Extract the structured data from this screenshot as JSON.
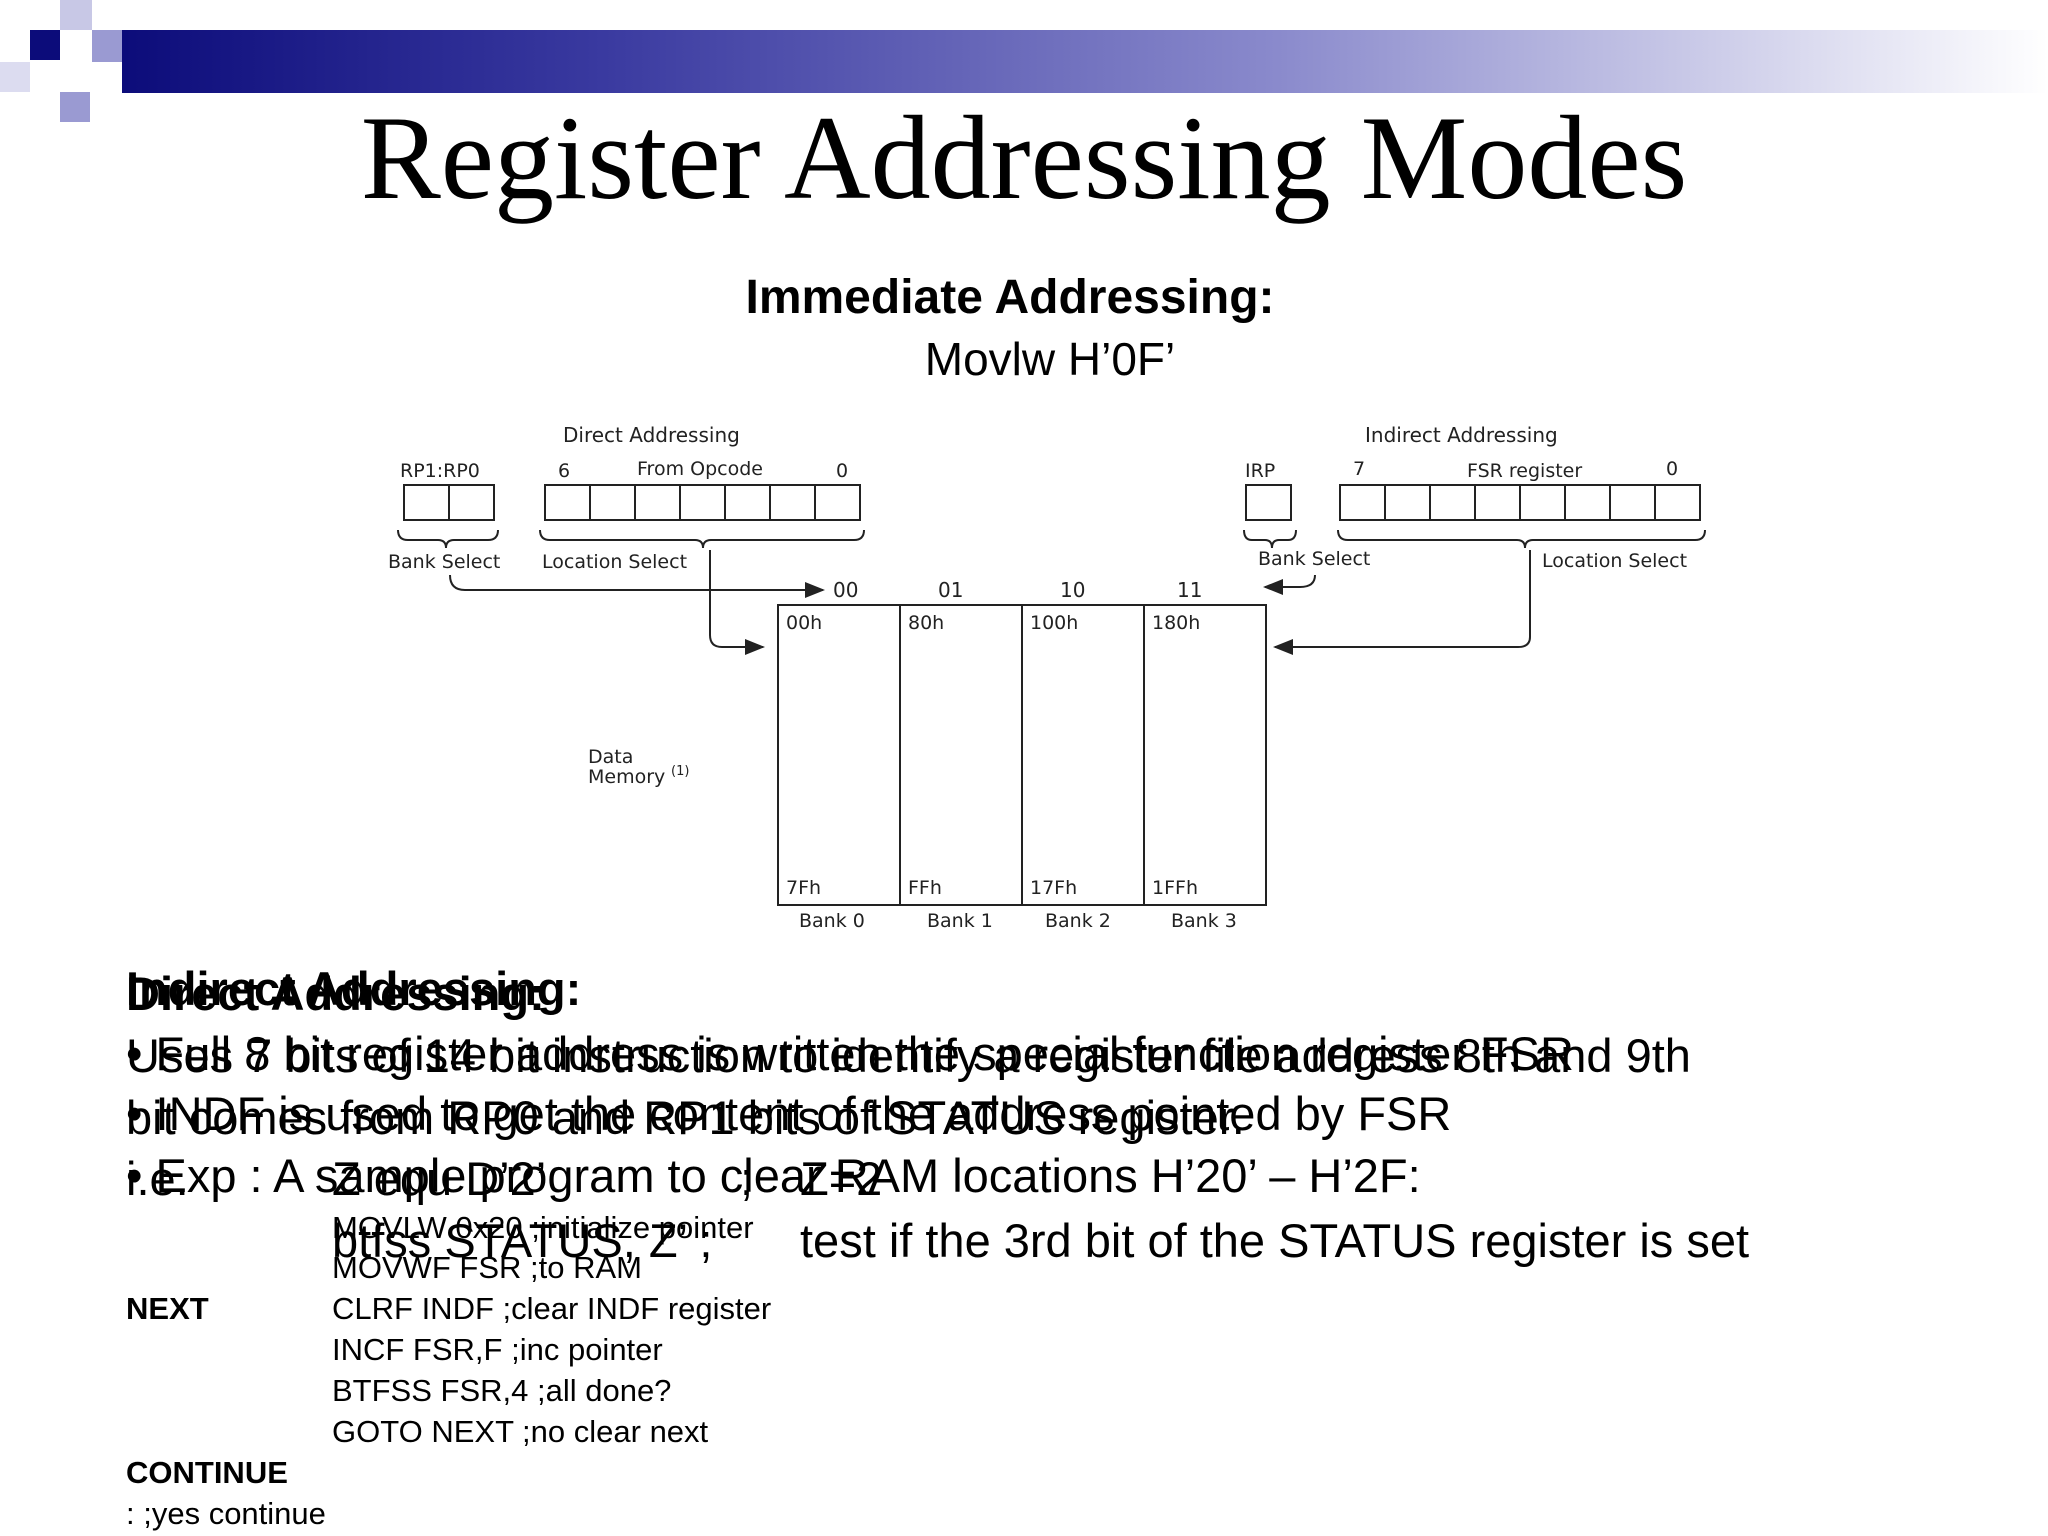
{
  "slide": {
    "title": "Register Addressing Modes",
    "immediate": {
      "heading": "Immediate Addressing:",
      "example": "Movlw H’0F’"
    }
  },
  "diagram": {
    "direct": {
      "label": "Direct Addressing",
      "bank_bits": "RP1:RP0",
      "bit_high": "6",
      "opcode": "From Opcode",
      "bit_low": "0",
      "bank_select": "Bank Select",
      "location_select": "Location Select"
    },
    "indirect": {
      "label": "Indirect Addressing",
      "irp": "IRP",
      "bit_high": "7",
      "fsr": "FSR register",
      "bit_low": "0",
      "bank_select": "Bank Select",
      "location_select": "Location Select"
    },
    "bank_codes": [
      "00",
      "01",
      "10",
      "11"
    ],
    "start_addrs": [
      "00h",
      "80h",
      "100h",
      "180h"
    ],
    "end_addrs": [
      "7Fh",
      "FFh",
      "17Fh",
      "1FFh"
    ],
    "bank_names": [
      "Bank 0",
      "Bank 1",
      "Bank 2",
      "Bank 3"
    ],
    "data_memory_line1": "Data",
    "data_memory_line2": "Memory",
    "data_memory_note": "(1)"
  },
  "direct_text": {
    "heading": "Direct Addressing:",
    "line1": "Uses 7 bits of 14 bit instruction to identify a register file address 8th and 9th",
    "line2": "bit comes from RP0 and RP1 bits of STATUS register.",
    "ie_label": "i.e.",
    "ie_code": "Z equ D’2’",
    "ie_sep": ";",
    "ie_value": "Z=2",
    "btfss_code": "btfss STATUS, Z’ ;",
    "btfss_comment": "test if the 3rd bit of the STATUS register is set"
  },
  "indirect_text": {
    "heading": "Indirect Addressing:",
    "bullet1": "• Full 8 bit register address is written the special function register FSR",
    "bullet2": "• INDF is used to get the content of the address pointed by FSR",
    "bullet3": "• Exp : A sample program to clear RAM locations H’20’ – H’2F:",
    "code": [
      {
        "label": "",
        "text": "MOVLW 0x20 ;initialize pointer"
      },
      {
        "label": "",
        "text": "MOVWF FSR ;to RAM"
      },
      {
        "label": "NEXT",
        "text": "CLRF INDF ;clear INDF register"
      },
      {
        "label": "",
        "text": "INCF FSR,F ;inc pointer"
      },
      {
        "label": "",
        "text": "BTFSS FSR,4 ;all done?"
      },
      {
        "label": "",
        "text": "GOTO NEXT ;no clear next"
      }
    ],
    "continue_label": "CONTINUE",
    "continue_text": ": ;yes continue"
  },
  "colors": {
    "header_dark": "#0c0c7a",
    "header_light": "#8a8acc"
  }
}
